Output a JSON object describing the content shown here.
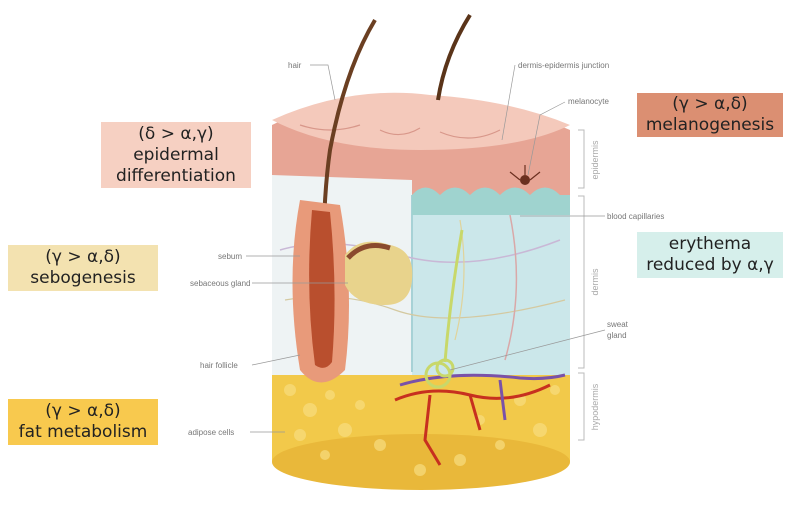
{
  "callouts": {
    "epidermal": {
      "line1": "(δ > α,γ)",
      "line2": "epidermal",
      "line3": "differentiation",
      "color": "#f6d0c2"
    },
    "melanogenesis": {
      "line1": "(γ > α,δ)",
      "line2": "melanogenesis",
      "color": "#db8f72"
    },
    "sebogenesis": {
      "line1": "(γ > α,δ)",
      "line2": "sebogenesis",
      "color": "#f3e2b0"
    },
    "erythema": {
      "line1": "erythema",
      "line2": "reduced by α,γ",
      "color": "#d6efeb"
    },
    "fat": {
      "line1": "(γ > α,δ)",
      "line2": "fat metabolism",
      "color": "#f8c94e"
    }
  },
  "labels": {
    "hair": "hair",
    "dej": "dermis-epidermis junction",
    "melanocyte": "melanocyte",
    "blood_capillaries": "blood capillaries",
    "sebum": "sebum",
    "sebaceous_gland": "sebaceous gland",
    "sweat_gland_1": "sweat",
    "sweat_gland_2": "gland",
    "hair_follicle": "hair follicle",
    "adipose_cells": "adipose cells"
  },
  "layers": {
    "epidermis": "epidermis",
    "dermis": "dermis",
    "hypodermis": "hypodermis"
  }
}
